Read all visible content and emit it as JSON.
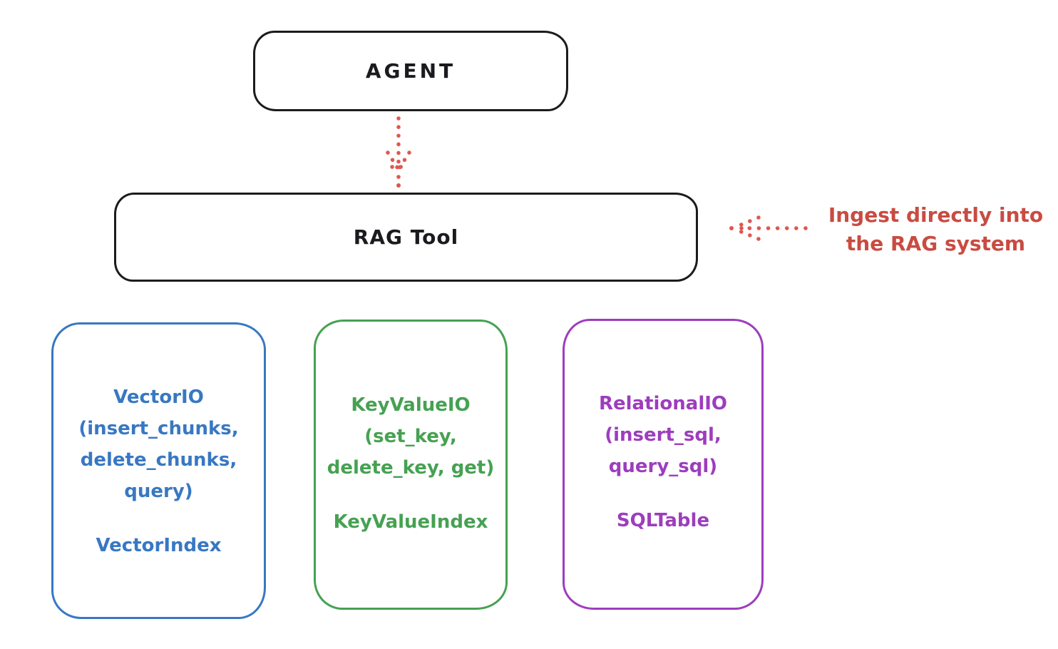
{
  "canvas": {
    "background": "#ffffff",
    "ink_color": "#1b1b1f"
  },
  "agent_node": {
    "label": "AGENT"
  },
  "rag_node": {
    "label": "RAG Tool"
  },
  "annotation": {
    "line1": "Ingest directly into",
    "line2": "the RAG system",
    "color": "#c94b42"
  },
  "arrows": {
    "agent_to_rag": "dotted-down-arrow",
    "ingest_into_rag": "dotted-left-arrow",
    "color": "#e0574f"
  },
  "storage_boxes": [
    {
      "name": "vector-io",
      "color": "#3878c2",
      "lines": [
        "VectorIO",
        "(insert_chunks,",
        "delete_chunks,",
        "query)"
      ],
      "footer": "VectorIndex"
    },
    {
      "name": "keyvalue-io",
      "color": "#46a152",
      "lines": [
        "KeyValueIO",
        "(set_key,",
        "delete_key, get)"
      ],
      "footer": "KeyValueIndex"
    },
    {
      "name": "relational-io",
      "color": "#9d3dbd",
      "lines": [
        "RelationalIO",
        "(insert_sql,",
        "query_sql)"
      ],
      "footer": "SQLTable"
    }
  ]
}
